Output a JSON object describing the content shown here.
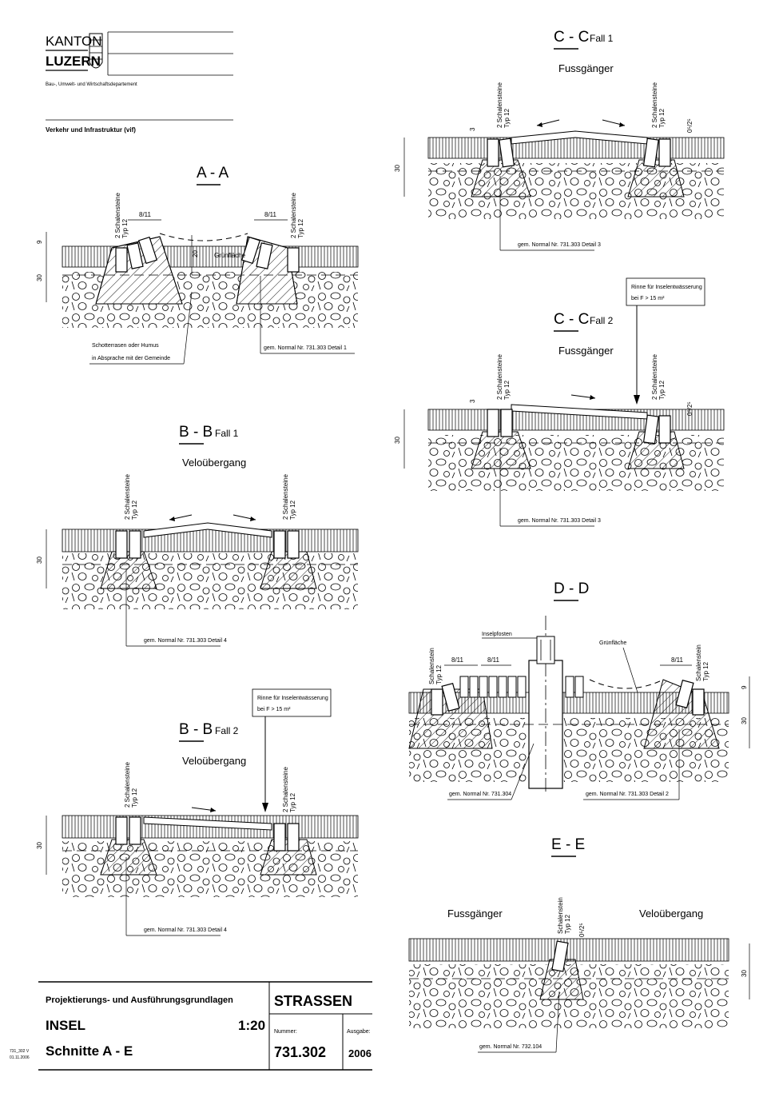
{
  "header": {
    "canton_line1": "KANTON",
    "canton_line2": "LUZERN",
    "department": "Bau-, Umwelt- und Wirtschaftsdepartement",
    "division": "Verkehr und Infrastruktur (vif)"
  },
  "common": {
    "stone_double": "2 Schalensteine",
    "stone_single": "Schalenstein",
    "typ": "Typ 12",
    "dim_8_11": "8/11",
    "dim_30": "30",
    "dim_9": "9",
    "dim_20": "20",
    "dim_3": "3",
    "slope": "0⁵/2⁵",
    "gruenflaeche": "Grünfläche",
    "rinne_line1": "Rinne für Inselentwässerung",
    "rinne_line2": "bei F > 15 m²"
  },
  "sections": {
    "aa": {
      "title": "A - A",
      "note_line1": "Schotterrasen oder Humus",
      "note_line2": "in Absprache mit der Gemeinde",
      "ref": "gem. Normal Nr. 731.303 Detail 1"
    },
    "bb1": {
      "title": "B - B",
      "case": "Fall 1",
      "subtitle": "Veloübergang",
      "ref": "gem. Normal Nr. 731.303 Detail 4"
    },
    "bb2": {
      "title": "B - B",
      "case": "Fall 2",
      "subtitle": "Veloübergang",
      "ref": "gem. Normal Nr. 731.303 Detail 4"
    },
    "cc1": {
      "title": "C - C",
      "case": "Fall 1",
      "subtitle": "Fussgänger",
      "ref": "gem. Normal Nr. 731.303 Detail 3"
    },
    "cc2": {
      "title": "C - C",
      "case": "Fall 2",
      "subtitle": "Fussgänger",
      "ref": "gem. Normal Nr. 731.303 Detail 3"
    },
    "dd": {
      "title": "D - D",
      "post": "Inselpfosten",
      "ref_left": "gem. Normal Nr. 731.304",
      "ref_right": "gem. Normal Nr. 731.303 Detail 2"
    },
    "ee": {
      "title": "E - E",
      "left": "Fussgänger",
      "right": "Veloübergang",
      "ref": "gem. Normal Nr. 732.104"
    }
  },
  "title_block": {
    "heading": "Projektierungs- und Ausführungsgrundlagen",
    "name": "INSEL",
    "scale": "1:20",
    "subject": "Schnitte A - E",
    "category": "STRASSEN",
    "number_label": "Nummer:",
    "number": "731.302",
    "edition_label": "Ausgabe:",
    "edition": "2006",
    "file_id": "731_302 V",
    "file_date": "01.11.2006"
  }
}
